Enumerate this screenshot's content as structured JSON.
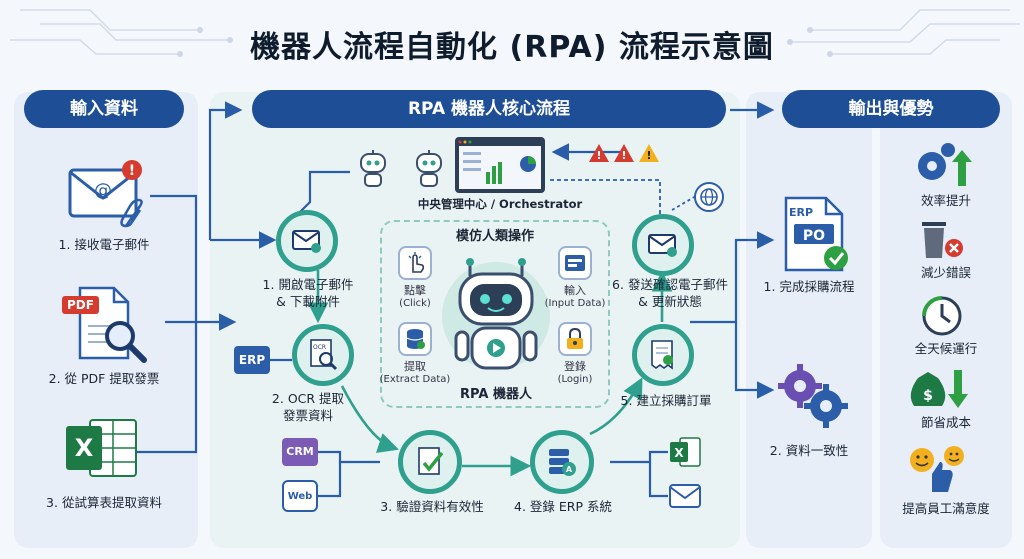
{
  "title": "機器人流程自動化 (RPA) 流程示意圖",
  "headers": {
    "input": "輸入資料",
    "core": "RPA 機器人核心流程",
    "output": "輸出與優勢"
  },
  "inputs": [
    {
      "label": "1. 接收電子郵件"
    },
    {
      "label": "2. 從 PDF 提取發票",
      "badge": "PDF"
    },
    {
      "label": "3. 從試算表提取資料"
    }
  ],
  "core": {
    "orchestrator_label": "中央管理中心 / Orchestrator",
    "mimic_title": "模仿人類操作",
    "robot_label": "RPA 機器人",
    "actions": [
      {
        "label": "點擊",
        "sub": "(Click)"
      },
      {
        "label": "輸入",
        "sub": "(Input Data)"
      },
      {
        "label": "提取",
        "sub": "(Extract Data)"
      },
      {
        "label": "登錄",
        "sub": "(Login)"
      }
    ],
    "steps": [
      {
        "label": "1. 開啟電子郵件\n& 下載附件"
      },
      {
        "label": "2. OCR 提取\n發票資料",
        "tag": "OCR"
      },
      {
        "label": "3. 驗證資料有效性"
      },
      {
        "label": "4. 登錄 ERP 系統"
      },
      {
        "label": "5. 建立採購訂單"
      },
      {
        "label": "6. 發送確認電子郵件\n& 更新狀態"
      }
    ],
    "erp_badge": "ERP",
    "crm_badge": "CRM",
    "web_badge": "Web"
  },
  "outputs": [
    {
      "label": "1. 完成採購流程",
      "badge_top": "ERP",
      "badge_main": "PO"
    },
    {
      "label": "2. 資料一致性"
    }
  ],
  "benefits": [
    {
      "label": "效率提升"
    },
    {
      "label": "減少錯誤"
    },
    {
      "label": "全天候運行"
    },
    {
      "label": "節省成本"
    },
    {
      "label": "提高員工滿意度"
    }
  ],
  "colors": {
    "brand_blue": "#1d4e96",
    "teal": "#2f9f8e",
    "green": "#2ea043",
    "warn": "#d63b2f",
    "warn_yellow": "#f2b01e"
  }
}
